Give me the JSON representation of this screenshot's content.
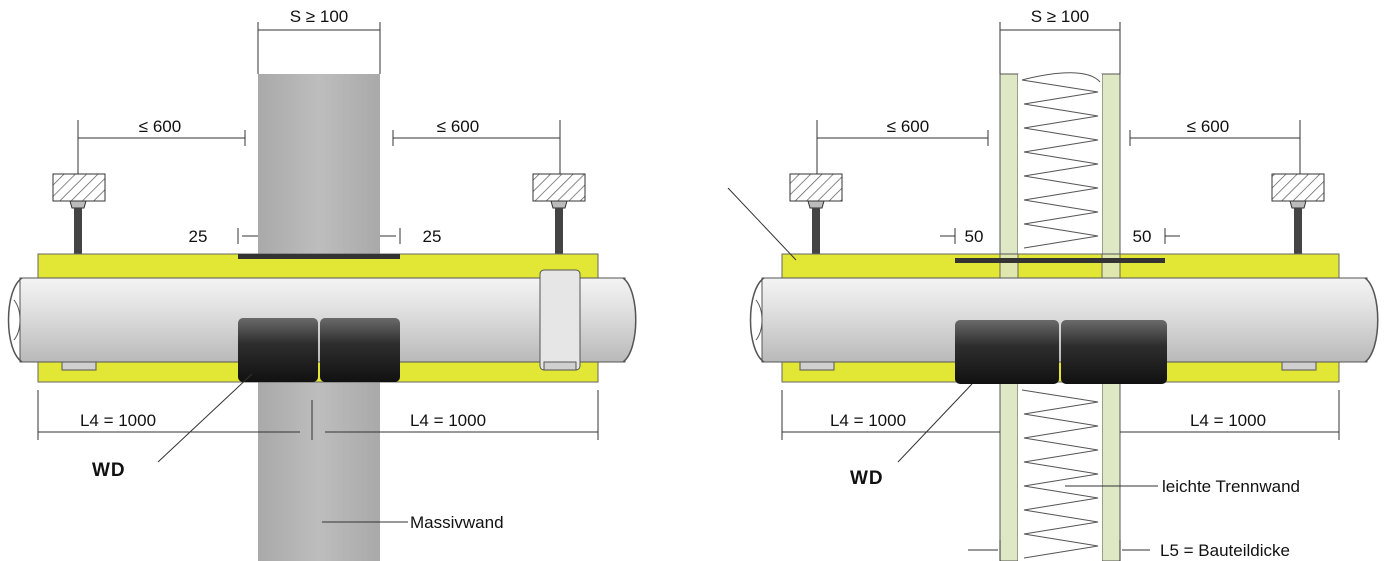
{
  "diagram": {
    "left": {
      "wall_gap": "S ≥ 100",
      "hanger_spacing_left": "≤ 600",
      "hanger_spacing_right": "≤ 600",
      "overlap_left": "25",
      "overlap_right": "25",
      "insulation_left": "L4 = 1000",
      "insulation_right": "L4 = 1000",
      "sleeve_label": "WD",
      "wall_label": "Massivwand"
    },
    "right": {
      "wall_gap": "S ≥ 100",
      "hanger_spacing_left": "≤ 600",
      "hanger_spacing_right": "≤ 600",
      "overlap_left": "50",
      "overlap_right": "50",
      "insulation_left": "L4 = 1000",
      "insulation_right": "L4 = 1000",
      "sleeve_label": "WD",
      "wall_label": "leichte Trennwand",
      "thickness_label": "L5 = Bauteildicke"
    },
    "colors": {
      "insulation": "#e2e635",
      "pipe": "#d8d8d8",
      "sleeve": "#2a2a2a",
      "massive_wall": "#b3b3b3",
      "light_wall_board": "#dfe8c4"
    }
  }
}
